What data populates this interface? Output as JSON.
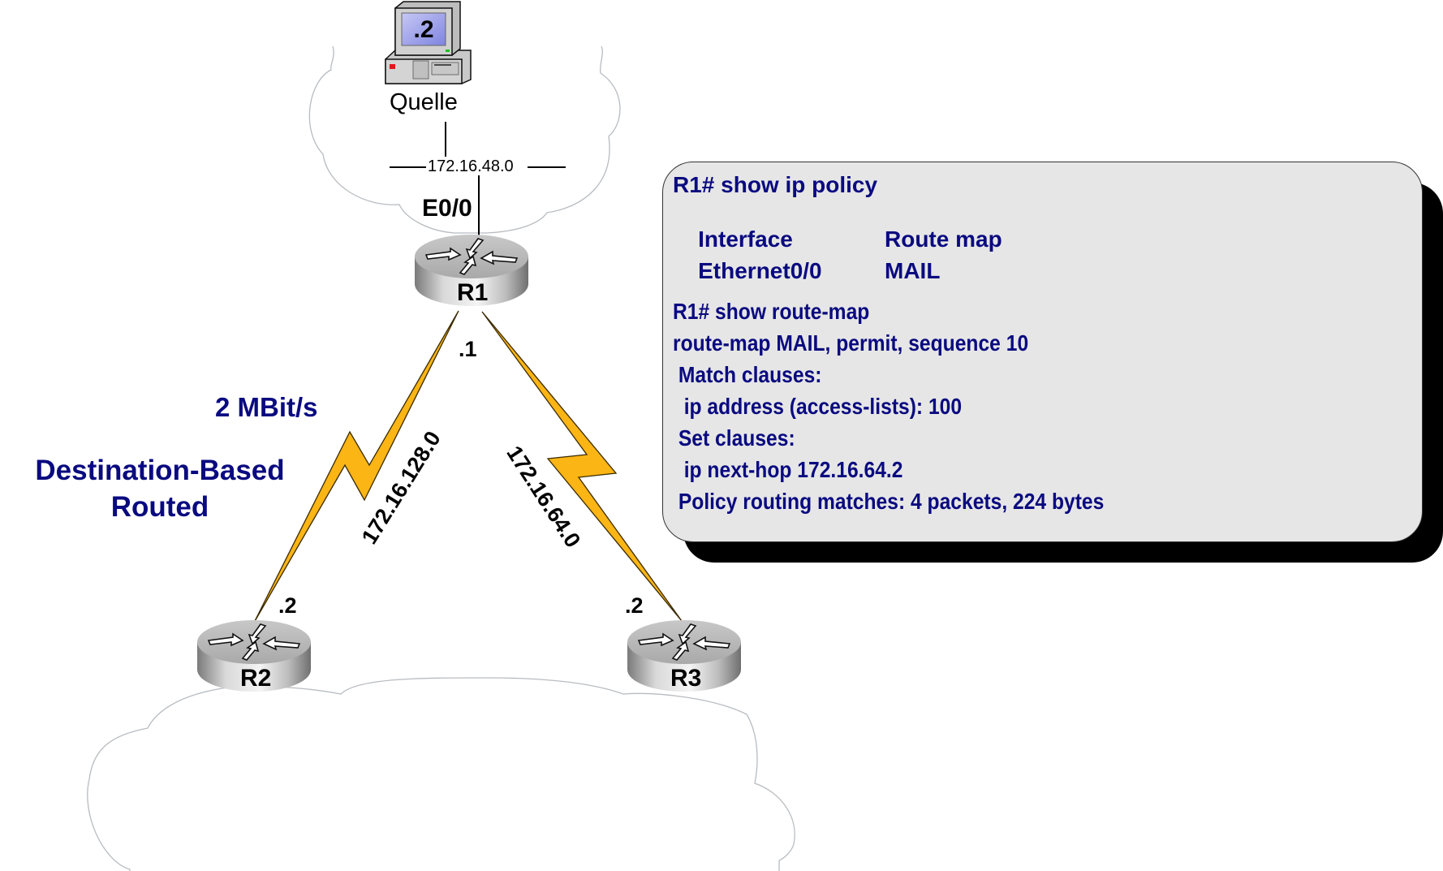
{
  "source_host": {
    "label": "Quelle",
    "host_suffix": ".2",
    "icon": "pc-icon"
  },
  "ethernet_segment": {
    "network": "172.16.48.0",
    "interface": "E0/0"
  },
  "routers": [
    {
      "id": "r1",
      "label": "R1",
      "icon": "router-icon"
    },
    {
      "id": "r2",
      "label": "R2",
      "icon": "router-icon"
    },
    {
      "id": "r3",
      "label": "R3",
      "icon": "router-icon"
    }
  ],
  "links": [
    {
      "from": "R1",
      "to": "R2",
      "network": "172.16.128.0",
      "r1_suffix": ".1",
      "remote_suffix": ".2",
      "type": "serial"
    },
    {
      "from": "R1",
      "to": "R3",
      "network": "172.16.64.0",
      "remote_suffix": ".2",
      "type": "serial"
    }
  ],
  "annotations": {
    "bandwidth": "2 MBit/s",
    "routing_mode_line1": "Destination-Based",
    "routing_mode_line2": "Routed"
  },
  "cli_output": {
    "lines": [
      "R1# show ip policy",
      "",
      "",
      "R1# show route-map",
      "route-map MAIL, permit, sequence 10",
      " Match clauses:",
      "  ip address (access-lists): 100",
      " Set clauses:",
      "  ip next-hop 172.16.64.2",
      " Policy routing matches: 4 packets, 224 bytes"
    ],
    "table_header": [
      "Interface",
      "Route map"
    ],
    "table_row": [
      "Ethernet0/0",
      "MAIL"
    ]
  },
  "colors": {
    "text_accent": "#0a0a80",
    "serial_link_fill": "#fbb514",
    "cli_background": "#e6e6e6",
    "cloud_outline": "#b8bcc0"
  }
}
